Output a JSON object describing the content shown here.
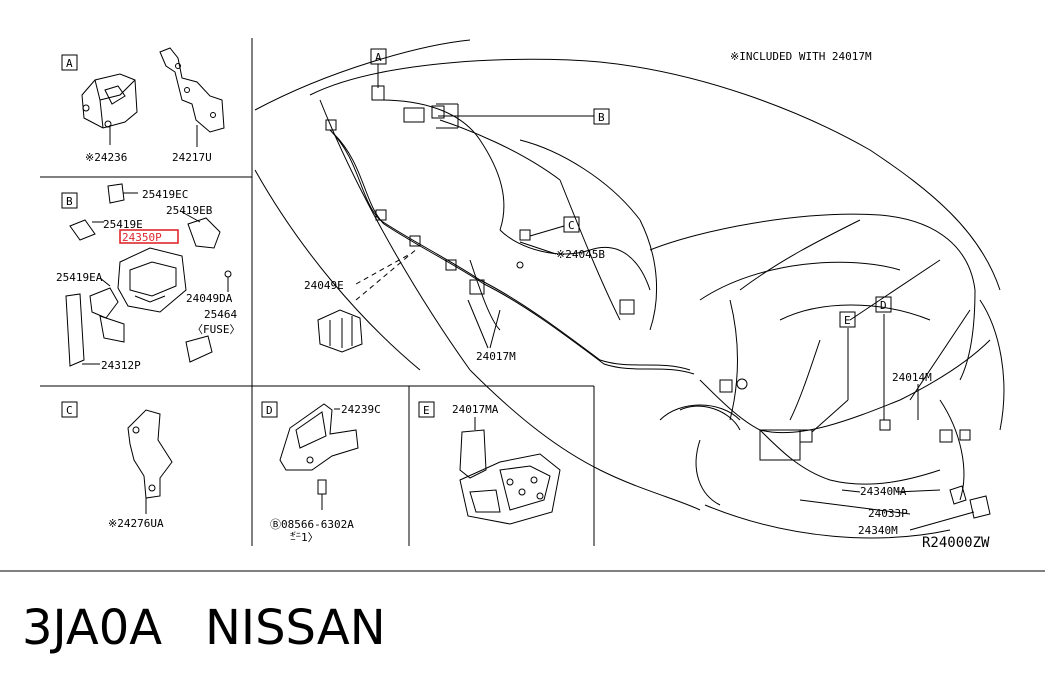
{
  "header_note": "※INCLUDED WITH 24017M",
  "drawing_code": "R24000ZW",
  "footer": {
    "code": "3JA0A",
    "brand": "NISSAN"
  },
  "highlight_color": "#e0282d",
  "panels": {
    "A": {
      "letter": "A",
      "parts": [
        "※24236",
        "24217U"
      ]
    },
    "B": {
      "letter": "B",
      "parts": [
        "25419EC",
        "25419EB",
        "25419E",
        "24350P",
        "25419EA",
        "24049DA",
        "25464",
        "〈FUSE〉",
        "24312P"
      ],
      "highlighted": "24350P"
    },
    "C": {
      "letter": "C",
      "parts": [
        "※24276UA"
      ]
    },
    "D": {
      "letter": "D",
      "parts": [
        "24239C",
        "Ⓑ08566-6302A",
        "㌑1〉"
      ]
    },
    "E": {
      "letter": "E",
      "parts": [
        "24017MA"
      ]
    }
  },
  "main": {
    "callouts": [
      "A",
      "B",
      "C",
      "D",
      "E"
    ],
    "parts": [
      "※24045B",
      "24049E",
      "24017M",
      "24014M",
      "24340MA",
      "24033P",
      "24340M"
    ]
  }
}
